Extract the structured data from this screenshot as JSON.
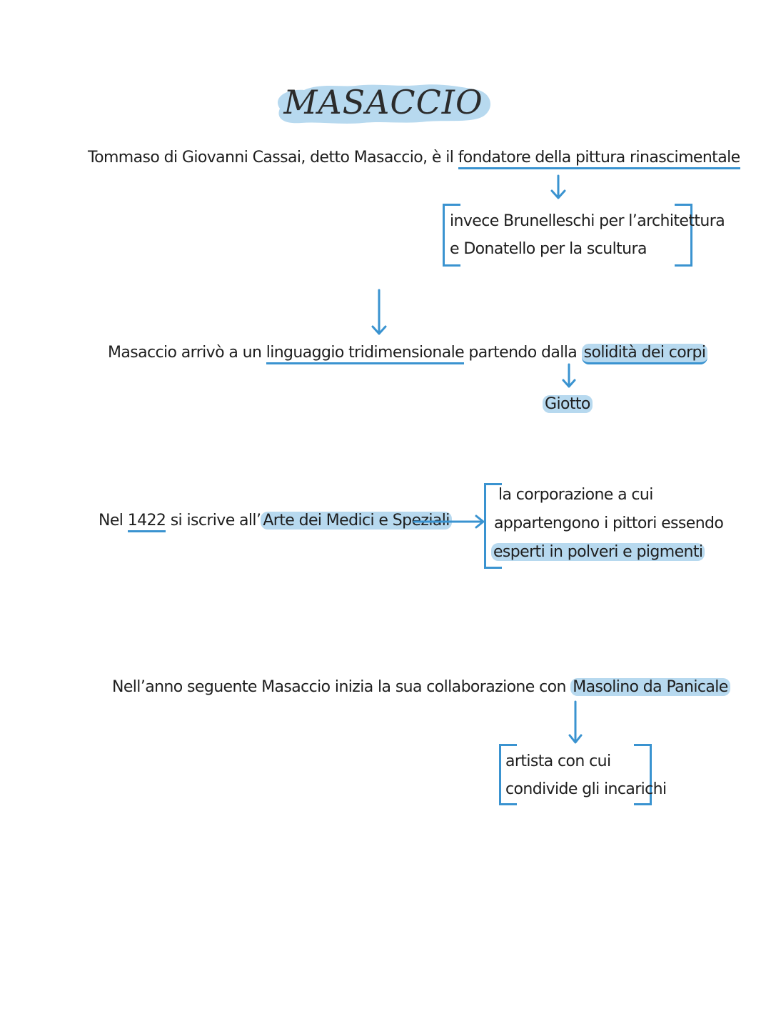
{
  "title": "MASACCIO",
  "colors": {
    "accent": "#3a93d0",
    "highlight": "#b7d9ef",
    "text": "#1e1e1e"
  },
  "section1": {
    "text_before": "Tommaso di Giovanni Cassai, detto Masaccio, è il ",
    "underlined": "fondatore della pittura rinascimentale",
    "note_line1": "invece Brunelleschi per l’architettura",
    "note_line2": "e Donatello per la scultura"
  },
  "section2": {
    "text_before": "Masaccio arrivò a un ",
    "underlined": "linguaggio tridimensionale",
    "text_middle": " partendo dalla ",
    "highlighted": "solidità dei corpi",
    "note": "Giotto"
  },
  "section3": {
    "text_before": "Nel ",
    "year": "1422",
    "text_middle": " si iscrive all’",
    "highlighted": "Arte dei Medici e Speziali",
    "note_line1": "la corporazione a cui",
    "note_line2": "appartengono i pittori essendo",
    "note_line3": "esperti in polveri e pigmenti"
  },
  "section4": {
    "text_before": "Nell’anno seguente Masaccio inizia la sua collaborazione con ",
    "highlighted": "Masolino da Panicale",
    "note_line1": "artista con cui",
    "note_line2": "condivide gli incarichi"
  }
}
